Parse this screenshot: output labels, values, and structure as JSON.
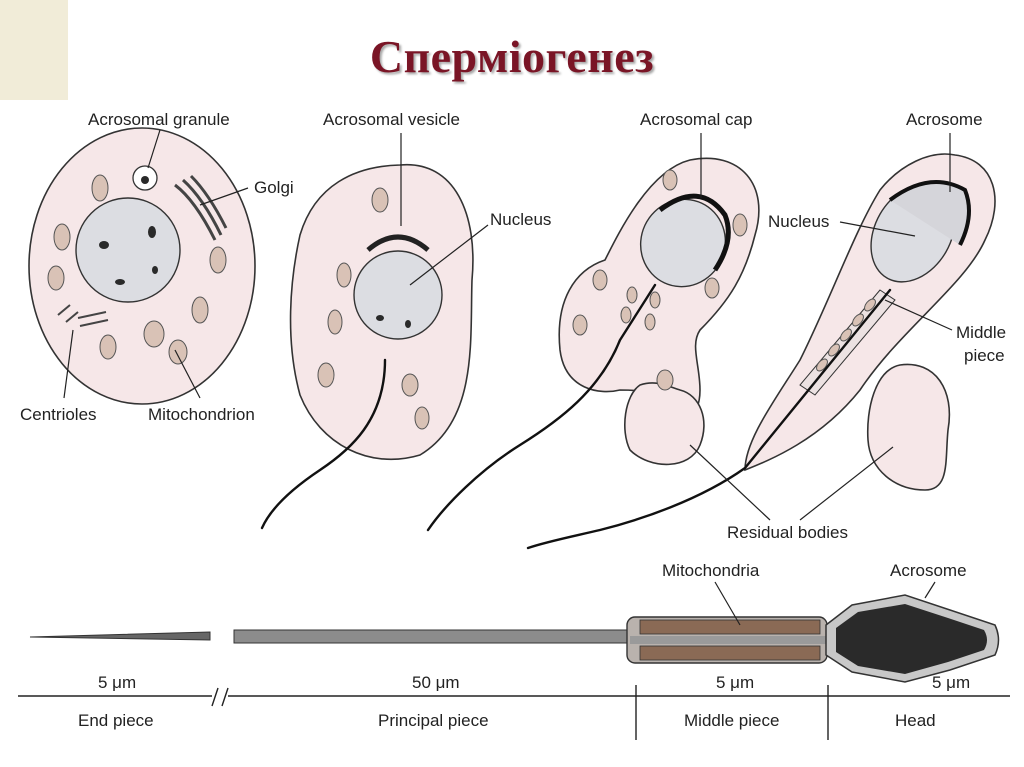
{
  "title": "Сперміогенез",
  "stage_labels": {
    "acrosomal_granule": "Acrosomal granule",
    "golgi": "Golgi",
    "centrioles": "Centrioles",
    "mitochondrion": "Mitochondrion",
    "acrosomal_vesicle": "Acrosomal vesicle",
    "nucleus_1": "Nucleus",
    "acrosomal_cap": "Acrosomal cap",
    "acrosome_top": "Acrosome",
    "nucleus_2": "Nucleus",
    "middle_piece_line1": "Middle",
    "middle_piece_line2": "piece",
    "residual_bodies": "Residual bodies"
  },
  "sperm_labels": {
    "mitochondria": "Mitochondria",
    "acrosome": "Acrosome"
  },
  "segments": [
    {
      "size": "5 μm",
      "name": "End piece"
    },
    {
      "size": "50 μm",
      "name": "Principal piece"
    },
    {
      "size": "5 μm",
      "name": "Middle piece"
    },
    {
      "size": "5 μm",
      "name": "Head"
    }
  ],
  "colors": {
    "title": "#7a1526",
    "cell_fill": "#f6e7e8",
    "nucleus_fill": "#dcdde2",
    "mitochondria_fill": "#d9c2b6"
  }
}
